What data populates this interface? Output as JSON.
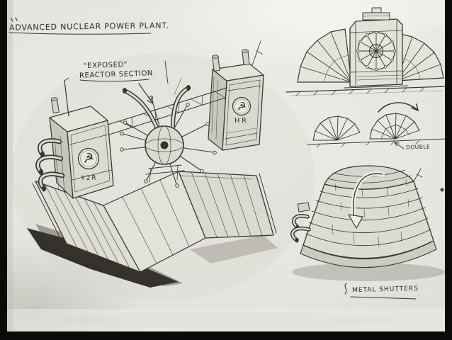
{
  "title": "ADVANCED NUCLEAR POWER PLANT.",
  "annotations": {
    "exposed_line1": "\"EXPOSED\"",
    "exposed_line2": "REACTOR SECTION",
    "double_label": "DOUBLE",
    "metal_shutters_label": "METAL SHUTTERS",
    "left_block_code": "Y2R",
    "right_block_code": "HR"
  },
  "icons": {
    "hammer_sickle_glyph": "☭"
  },
  "colors": {
    "paper": "#e7e6e1",
    "ink": "#3a3831",
    "shadow": "#24221c",
    "frame": "#0a0a09"
  }
}
